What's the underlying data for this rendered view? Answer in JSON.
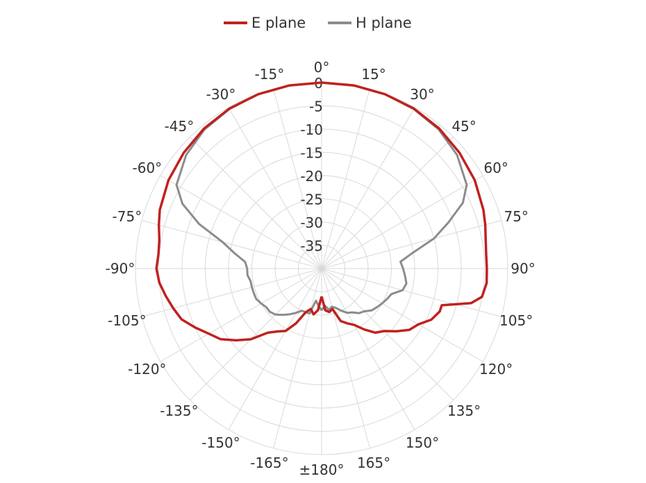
{
  "chart_data": {
    "type": "polar-line",
    "title": "",
    "legend_position": "top",
    "radial_ticks": [
      0,
      -5,
      -10,
      -15,
      -20,
      -25,
      -30,
      -35
    ],
    "radial_range": [
      -40,
      0
    ],
    "angle_labels": [
      {
        "deg": 0,
        "text": "0°"
      },
      {
        "deg": 15,
        "text": "15°"
      },
      {
        "deg": 30,
        "text": "30°"
      },
      {
        "deg": 45,
        "text": "45°"
      },
      {
        "deg": 60,
        "text": "60°"
      },
      {
        "deg": 75,
        "text": "75°"
      },
      {
        "deg": 90,
        "text": "90°"
      },
      {
        "deg": 105,
        "text": "105°"
      },
      {
        "deg": 120,
        "text": "120°"
      },
      {
        "deg": 135,
        "text": "135°"
      },
      {
        "deg": 150,
        "text": "150°"
      },
      {
        "deg": 165,
        "text": "165°"
      },
      {
        "deg": 180,
        "text": "±180°"
      },
      {
        "deg": -165,
        "text": "-165°"
      },
      {
        "deg": -150,
        "text": "-150°"
      },
      {
        "deg": -135,
        "text": "-135°"
      },
      {
        "deg": -120,
        "text": "-120°"
      },
      {
        "deg": -105,
        "text": "-105°"
      },
      {
        "deg": -90,
        "text": "-90°"
      },
      {
        "deg": -75,
        "text": "-75°"
      },
      {
        "deg": -60,
        "text": "-60°"
      },
      {
        "deg": -45,
        "text": "-45°"
      },
      {
        "deg": -30,
        "text": "-30°"
      },
      {
        "deg": -15,
        "text": "-15°"
      }
    ],
    "series": [
      {
        "name": "E plane",
        "color": "#c0211f",
        "points": [
          [
            -180,
            -34
          ],
          [
            -175,
            -31
          ],
          [
            -170,
            -30
          ],
          [
            -165,
            -31
          ],
          [
            -160,
            -30
          ],
          [
            -155,
            -27
          ],
          [
            -150,
            -24.5
          ],
          [
            -145,
            -23.5
          ],
          [
            -140,
            -22
          ],
          [
            -135,
            -18.5
          ],
          [
            -130,
            -16
          ],
          [
            -125,
            -13.5
          ],
          [
            -120,
            -12
          ],
          [
            -115,
            -10
          ],
          [
            -110,
            -8
          ],
          [
            -105,
            -7
          ],
          [
            -100,
            -6
          ],
          [
            -95,
            -5
          ],
          [
            -90,
            -4.5
          ],
          [
            -85,
            -4.8
          ],
          [
            -80,
            -4.6
          ],
          [
            -75,
            -3.8
          ],
          [
            -70,
            -3
          ],
          [
            -60,
            -2
          ],
          [
            -50,
            -1.3
          ],
          [
            -40,
            -0.7
          ],
          [
            -30,
            -0.3
          ],
          [
            -20,
            -0.1
          ],
          [
            -10,
            0
          ],
          [
            0,
            0
          ],
          [
            10,
            0
          ],
          [
            20,
            -0.1
          ],
          [
            30,
            -0.3
          ],
          [
            40,
            -0.7
          ],
          [
            50,
            -1.3
          ],
          [
            60,
            -2
          ],
          [
            70,
            -3
          ],
          [
            75,
            -3.6
          ],
          [
            80,
            -4.2
          ],
          [
            85,
            -4.5
          ],
          [
            90,
            -4.5
          ],
          [
            95,
            -4.4
          ],
          [
            100,
            -5
          ],
          [
            103,
            -7
          ],
          [
            107,
            -13
          ],
          [
            110,
            -13
          ],
          [
            115,
            -14
          ],
          [
            120,
            -16
          ],
          [
            125,
            -17
          ],
          [
            130,
            -19
          ],
          [
            135,
            -21
          ],
          [
            140,
            -22
          ],
          [
            145,
            -24
          ],
          [
            150,
            -26
          ],
          [
            155,
            -27
          ],
          [
            160,
            -28
          ],
          [
            165,
            -31
          ],
          [
            170,
            -30.5
          ],
          [
            175,
            -31
          ],
          [
            180,
            -34
          ]
        ]
      },
      {
        "name": "H plane",
        "color": "#8c8c8c",
        "points": [
          [
            -180,
            -31
          ],
          [
            -175,
            -32
          ],
          [
            -170,
            -33
          ],
          [
            -165,
            -30
          ],
          [
            -160,
            -30
          ],
          [
            -155,
            -30
          ],
          [
            -150,
            -29
          ],
          [
            -145,
            -28
          ],
          [
            -140,
            -27
          ],
          [
            -135,
            -26
          ],
          [
            -130,
            -25.5
          ],
          [
            -125,
            -25.5
          ],
          [
            -120,
            -25
          ],
          [
            -115,
            -24.5
          ],
          [
            -110,
            -24.5
          ],
          [
            -105,
            -24.5
          ],
          [
            -100,
            -24.5
          ],
          [
            -95,
            -24
          ],
          [
            -90,
            -24
          ],
          [
            -85,
            -23.5
          ],
          [
            -80,
            -21
          ],
          [
            -75,
            -18
          ],
          [
            -70,
            -12
          ],
          [
            -65,
            -7
          ],
          [
            -60,
            -4
          ],
          [
            -50,
            -2
          ],
          [
            -40,
            -0.9
          ],
          [
            -30,
            -0.4
          ],
          [
            -20,
            -0.1
          ],
          [
            -10,
            0
          ],
          [
            0,
            0
          ],
          [
            10,
            0
          ],
          [
            20,
            -0.1
          ],
          [
            30,
            -0.4
          ],
          [
            40,
            -0.9
          ],
          [
            50,
            -2
          ],
          [
            60,
            -4
          ],
          [
            65,
            -6.5
          ],
          [
            70,
            -11
          ],
          [
            75,
            -15
          ],
          [
            80,
            -20
          ],
          [
            85,
            -23
          ],
          [
            90,
            -22.5
          ],
          [
            95,
            -22
          ],
          [
            100,
            -21.5
          ],
          [
            105,
            -22
          ],
          [
            110,
            -24
          ],
          [
            115,
            -24.5
          ],
          [
            120,
            -25
          ],
          [
            125,
            -25.5
          ],
          [
            130,
            -26
          ],
          [
            135,
            -27
          ],
          [
            140,
            -27.5
          ],
          [
            145,
            -28.5
          ],
          [
            150,
            -29
          ],
          [
            155,
            -30
          ],
          [
            160,
            -31
          ],
          [
            165,
            -31.5
          ],
          [
            170,
            -31
          ],
          [
            175,
            -32
          ],
          [
            180,
            -31
          ]
        ]
      }
    ]
  }
}
